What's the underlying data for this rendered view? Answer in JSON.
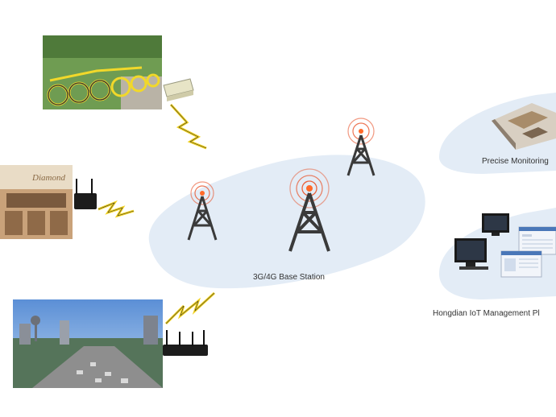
{
  "labels": {
    "base_station": "3G/4G Base Station",
    "precise_monitoring": "Precise Monitoring",
    "management_platform": "Hongdian IoT Management Pl"
  },
  "scenes": {
    "bikes": "shared-bikes-photo",
    "restaurant": "restaurant-photo",
    "city": "city-traffic-photo"
  },
  "colors": {
    "cloud_fill": "#e6eef7",
    "tower": "#3a3a3a",
    "signal": "#e8542b",
    "lightning": "#f2d21e"
  }
}
